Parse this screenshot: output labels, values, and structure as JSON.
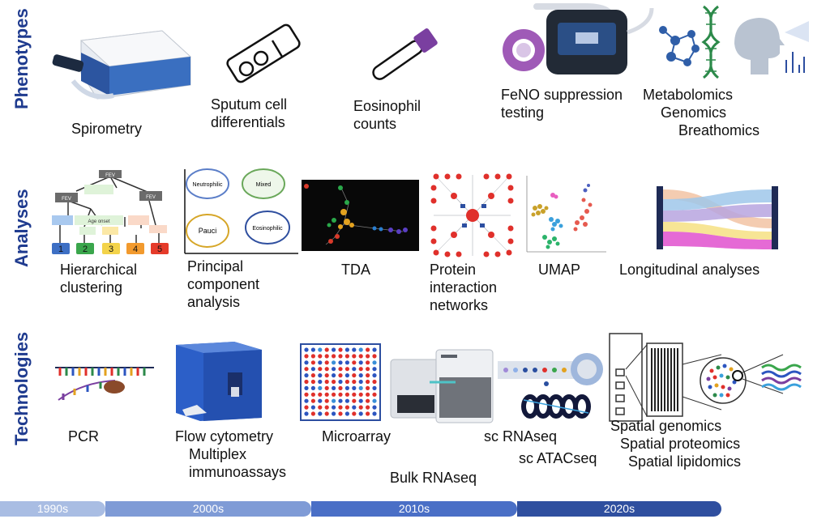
{
  "rows": {
    "phenotypes": "Phenotypes",
    "analyses": "Analyses",
    "technologies": "Technologies"
  },
  "phenotypes": {
    "spirometry": "Spirometry",
    "sputum": [
      "Sputum cell",
      "differentials"
    ],
    "eosinophil": [
      "Eosinophil",
      "counts"
    ],
    "feno": [
      "FeNO suppression",
      "testing"
    ],
    "omics": [
      "Metabolomics",
      "Genomics",
      "Breathomics"
    ]
  },
  "analyses": {
    "hierarchical": [
      "Hierarchical",
      "clustering"
    ],
    "hier_nodes": {
      "top": "FEV",
      "left": "FEV",
      "right": "FEV",
      "mid": "Age onset"
    },
    "hier_leaves": [
      "1",
      "2",
      "3",
      "4",
      "5"
    ],
    "pca": [
      "Principal",
      "component",
      "analysis"
    ],
    "pca_circles": [
      "Neutrophilic",
      "Mixed",
      "Pauci",
      "Eosinophilic"
    ],
    "tda": "TDA",
    "protein": [
      "Protein",
      "interaction",
      "networks"
    ],
    "umap": "UMAP",
    "longitudinal": "Longitudinal analyses"
  },
  "technologies": {
    "pcr": "PCR",
    "flow": [
      "Flow cytometry",
      "Multiplex",
      "immunoassays"
    ],
    "microarray": "Microarray",
    "bulk": "Bulk RNAseq",
    "sc_rna": "sc RNAseq",
    "sc_atac": "sc ATACseq",
    "spatial": [
      "Spatial genomics",
      "Spatial proteomics",
      "Spatial lipidomics"
    ]
  },
  "timeline": [
    "1990s",
    "2000s",
    "2010s",
    "2020s"
  ],
  "colors": {
    "row_label": "#1f3b8f",
    "tl_1990s": "#a9bde3",
    "tl_2000s": "#7f9bd6",
    "tl_2010s": "#4a6fc6",
    "tl_2020s": "#2f4f9f"
  }
}
